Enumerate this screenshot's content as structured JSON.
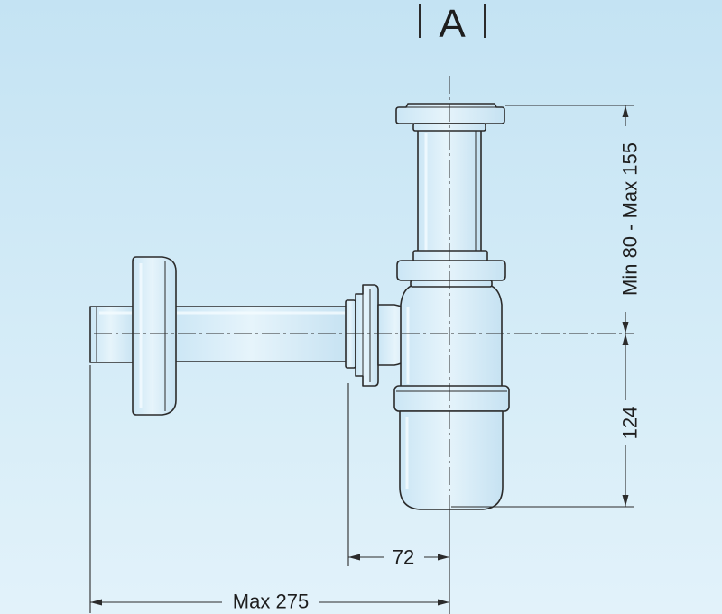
{
  "section": {
    "label": "A"
  },
  "dimensions": {
    "height_range": "Min 80 - Max 155",
    "trap_height": "124",
    "outlet_offset": "72",
    "max_length": "Max 275"
  },
  "colors": {
    "background_top": "#c4e3f3",
    "background_bottom": "#e2f2fa",
    "line": "#2b2b2b"
  }
}
